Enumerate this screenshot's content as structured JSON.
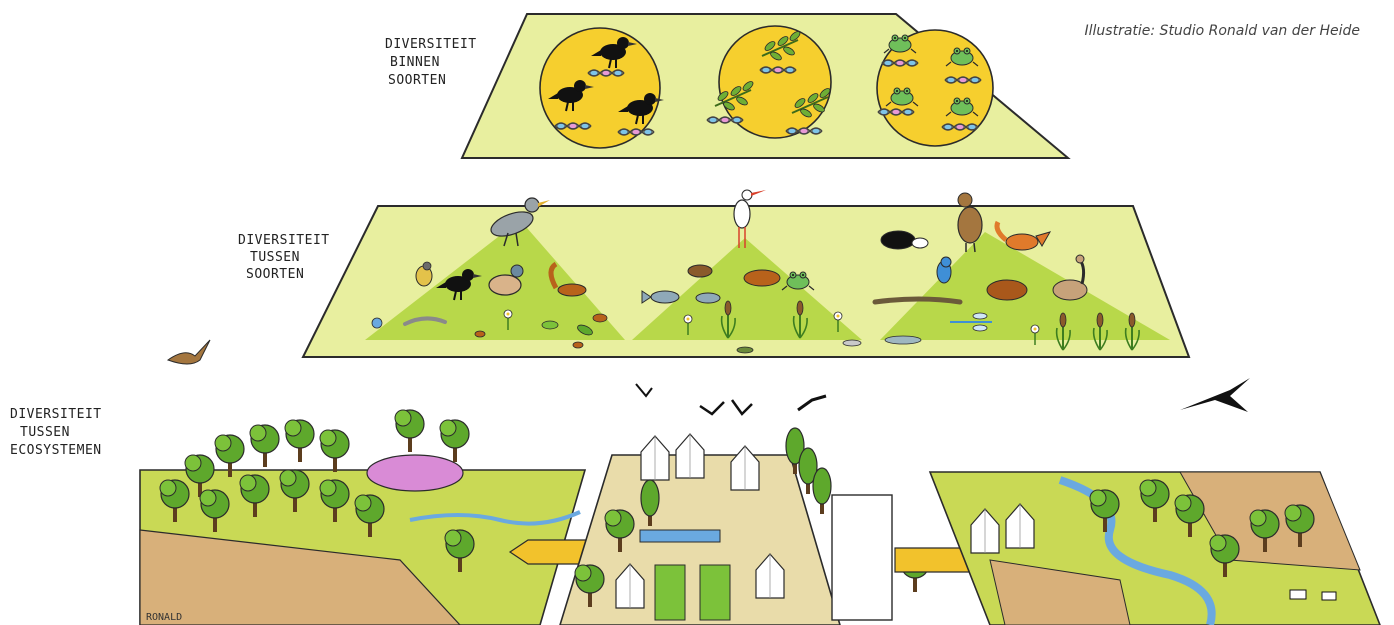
{
  "credit": "Illustratie: Studio Ronald van der Heide",
  "levels": [
    {
      "id": "genetic",
      "label_lines": [
        "DIVERSITEIT",
        "BINNEN",
        "SOORTEN"
      ]
    },
    {
      "id": "species",
      "label_lines": [
        "DIVERSITEIT",
        "TUSSEN",
        "SOORTEN"
      ]
    },
    {
      "id": "ecosystem",
      "label_lines": [
        "DIVERSITEIT",
        "TUSSEN",
        "ECOSYSTEMEN"
      ]
    }
  ],
  "genetic_circles": [
    {
      "organism": "crow"
    },
    {
      "organism": "leafy-branch"
    },
    {
      "organism": "frog"
    }
  ],
  "ecosystems": [
    {
      "name": "forest-and-heath"
    },
    {
      "name": "urban"
    },
    {
      "name": "river-farmland"
    }
  ],
  "signature": "RONALD",
  "colors": {
    "plane": "#e8ef9f",
    "plane_edge": "#2b2b2b",
    "circle": "#f6cf2e",
    "pyramid": "#b8d84a",
    "green": "#5ea82c",
    "dark_green": "#3d7d1f",
    "water": "#6aa9e0",
    "heath": "#d98bd6",
    "soil": "#d8b07a",
    "arrow": "#f2c22c"
  }
}
